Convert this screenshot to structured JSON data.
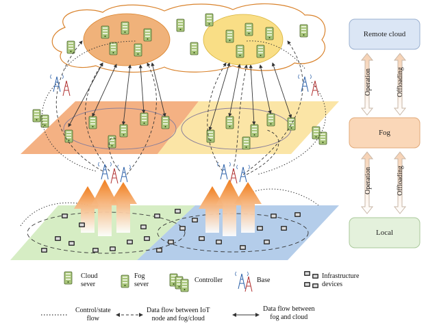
{
  "hierarchy": {
    "top": "Remote cloud",
    "middle": "Fog",
    "bottom": "Local",
    "arrows": [
      {
        "left": "Operation",
        "right": "Offloading"
      },
      {
        "left": "Operation",
        "right": "Offloading"
      }
    ]
  },
  "legend": {
    "cloud_server": "Cloud\nsever",
    "fog_server": "Fog\nsever",
    "controller": "Controller",
    "base": "Base",
    "infrastructure": "Infrastructure\ndevices",
    "control_flow": "Control/state\nflow",
    "iot_flow": "Data flow between IoT\nnode and fog/cloud",
    "fog_cloud_flow": "Data flow between\nfog and cloud"
  },
  "colors": {
    "cloud_left": "#f0b27a",
    "cloud_right": "#f9de86",
    "fog_left": "#f4b183",
    "fog_right": "#fbe5a6",
    "local_left": "#d6edc4",
    "local_right": "#b4cdea",
    "box_top": "#dbe6f5",
    "box_mid": "#fad7b8",
    "box_bottom": "#e4f1dc",
    "server_green": "#9fbf6b",
    "arrow_orange": "#f28c28"
  }
}
